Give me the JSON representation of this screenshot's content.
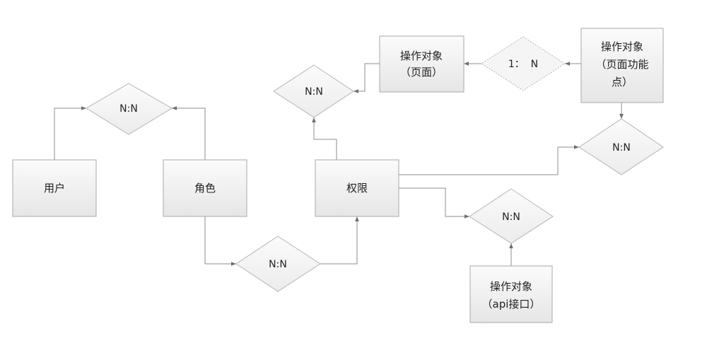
{
  "diagram": {
    "entities": {
      "user": [
        "用户"
      ],
      "role": [
        "角色"
      ],
      "permission": [
        "权限"
      ],
      "target_page": [
        "操作对象",
        "（页面）"
      ],
      "target_feature": [
        "操作对象",
        "（页面功能",
        "点）"
      ],
      "target_api": [
        "操作对象",
        "（api接口）"
      ]
    },
    "relations": {
      "user_role": "N:N",
      "role_permission": "N:N",
      "permission_page": "N:N",
      "page_feature": "1：  N",
      "permission_feature": "N:N",
      "permission_api": "N:N"
    }
  }
}
